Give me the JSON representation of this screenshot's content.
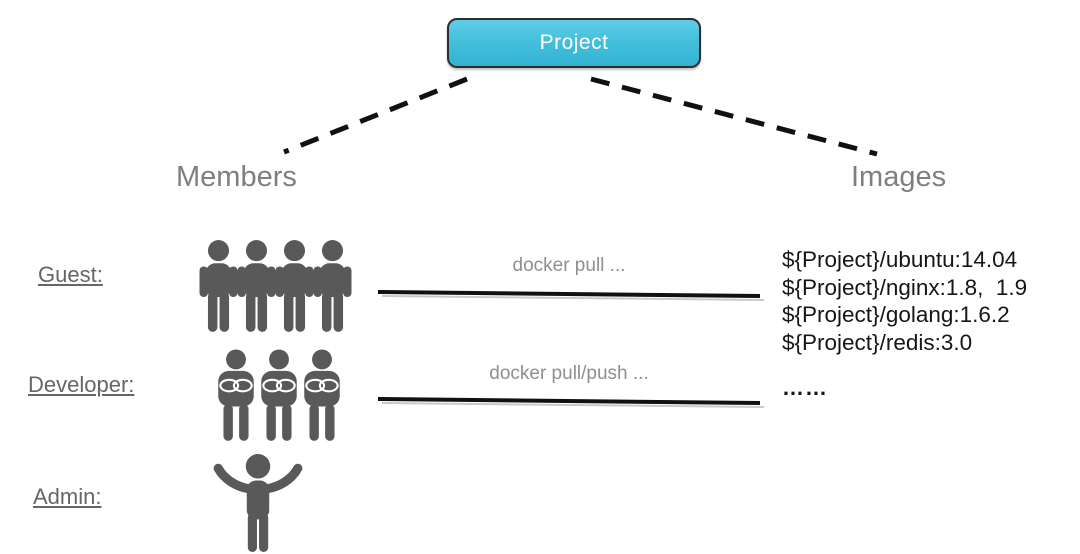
{
  "project": {
    "label": "Project"
  },
  "groups": {
    "members": "Members",
    "images": "Images"
  },
  "rows": {
    "guest": {
      "label": "Guest:",
      "action": "docker pull ..."
    },
    "developer": {
      "label": "Developer:",
      "action": "docker pull/push ...",
      "more": "……"
    },
    "admin": {
      "label": "Admin:"
    }
  },
  "image_list": [
    "${Project}/ubuntu:14.04",
    "${Project}/nginx:1.8,  1.9",
    "${Project}/golang:1.6.2",
    "${Project}/redis:3.0"
  ],
  "icons": {
    "guest": "four-standing-users-icon",
    "developer": "three-crossed-arms-users-icon",
    "admin": "open-arms-person-icon"
  },
  "colors": {
    "node_fill_top": "#5fcde6",
    "node_fill_bottom": "#32b2d2",
    "node_border": "#2e2e2e",
    "node_text": "#ffffff",
    "heading_gray": "#7f7f7f",
    "label_gray": "#666666",
    "action_gray": "#8f8f8f",
    "icon_gray": "#595959",
    "line_black": "#111111"
  }
}
